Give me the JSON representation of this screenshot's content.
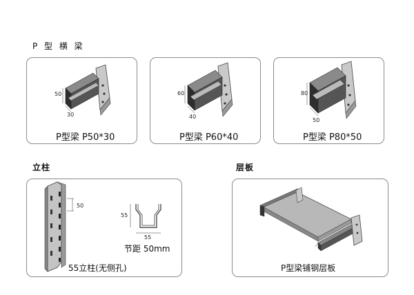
{
  "sections": {
    "p_beam": {
      "title": "P 型 横 梁",
      "items": [
        {
          "caption": "P型梁  P50*30",
          "height": "50",
          "width": "30"
        },
        {
          "caption": "P型梁  P60*40",
          "height": "60",
          "width": "40"
        },
        {
          "caption": "P型梁  P80*50",
          "height": "80",
          "width": "50"
        }
      ]
    },
    "column": {
      "title": "立柱",
      "caption": "55立柱(无侧孔)",
      "side_dim": "50",
      "section_height": "55",
      "section_width": "55",
      "pitch_label": "节距  50mm"
    },
    "shelf": {
      "title": "层板",
      "caption": "P型梁铺钢层板"
    }
  }
}
